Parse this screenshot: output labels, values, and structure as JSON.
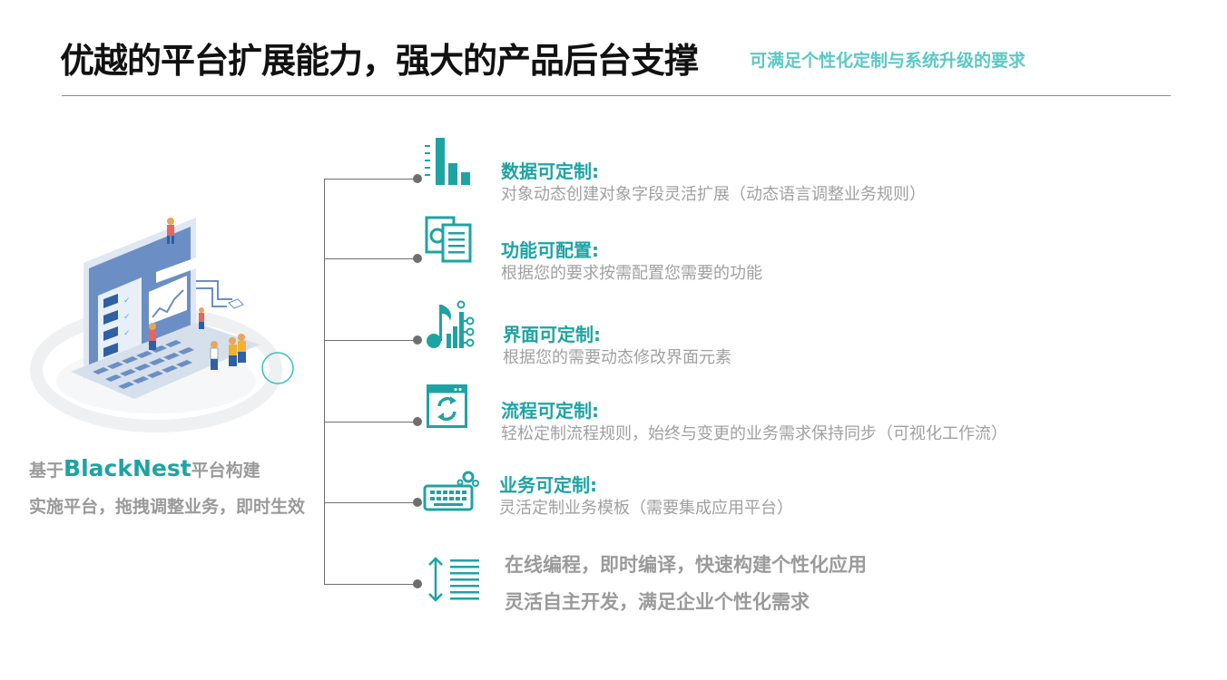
{
  "header": {
    "title": "优越的平台扩展能力，强大的产品后台支撑",
    "subtitle": "可满足个性化定制与系统升级的要求"
  },
  "left": {
    "prefix": "基于",
    "brand": "BlackNest",
    "suffix": "平台构建",
    "line2": "实施平台，拖拽调整业务，即时生效"
  },
  "features": [
    {
      "icon": "bar-chart-icon",
      "title": "数据可定制:",
      "desc": "对象动态创建对象字段灵活扩展（动态语言调整业务规则）"
    },
    {
      "icon": "document-gear-icon",
      "title": "功能可配置:",
      "desc": "根据您的要求按需配置您需要的功能"
    },
    {
      "icon": "music-chart-icon",
      "title": "界面可定制:",
      "desc": "根据您的需要动态修改界面元素"
    },
    {
      "icon": "refresh-window-icon",
      "title": "流程可定制:",
      "desc": "轻松定制流程规则，始终与变更的业务需求保持同步（可视化工作流）"
    },
    {
      "icon": "keyboard-gear-icon",
      "title": "业务可定制:",
      "desc": "灵活定制业务模板（需要集成应用平台）"
    }
  ],
  "bottom": {
    "icon": "vertical-arrows-lines-icon",
    "line1": "在线编程，即时编译，快速构建个性化应用",
    "line2": "灵活自主开发，满足企业个性化需求"
  },
  "colors": {
    "accent": "#1ea3a3",
    "subtitle": "#5cc8c4",
    "muted": "#a0a0a0",
    "illustration_blue": "#6b8fc4"
  }
}
